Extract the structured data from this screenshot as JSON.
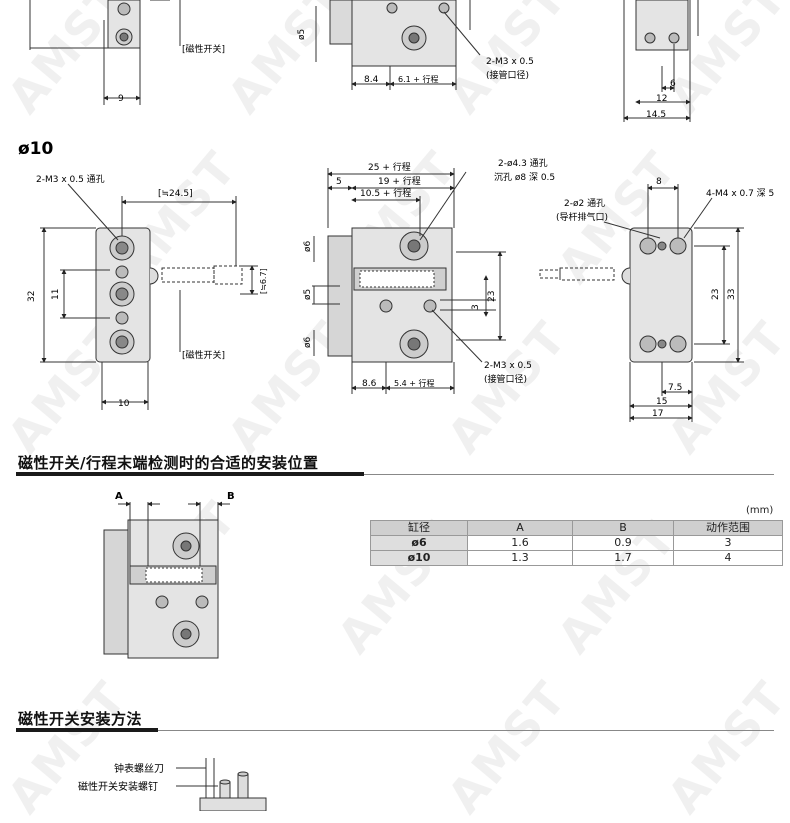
{
  "watermark": "AMST",
  "top_labels": {
    "magnet_switch": "[磁性开关]",
    "port": "2-M3 x 0.5",
    "port_sub": "(接管口径)",
    "d5": "ø5",
    "d84": "8.4",
    "d61": "6.1 + 行程",
    "d9": "9",
    "d6r": "6",
    "d12": "12",
    "d145": "14.5"
  },
  "phi10": {
    "title": "ø10",
    "left_note": "2-M3 x 0.5 通孔",
    "d245": "[≒24.5]",
    "d32": "32",
    "d11": "11",
    "d10": "10",
    "d67": "[≒6.7]",
    "magnet_switch": "[磁性开关]",
    "mid": {
      "d25": "25 + 行程",
      "d5": "5",
      "d19": "19 + 行程",
      "d105": "10.5 + 行程",
      "hole": "2-ø4.3 通孔",
      "counter": "沉孔 ø8 深 0.5",
      "d6a": "ø6",
      "d5b": "ø5",
      "d6b": "ø6",
      "d3": "3",
      "d23": "23",
      "d86": "8.6",
      "d54": "5.4 + 行程",
      "port": "2-M3 x 0.5",
      "port_sub": "(接管口径)"
    },
    "right": {
      "d8": "8",
      "m4": "4-M4 x 0.7 深 5",
      "d2": "2-ø2 通孔",
      "exhaust": "(导杆排气口)",
      "d23": "23",
      "d33": "33",
      "d75": "7.5",
      "d15": "15",
      "d17": "17"
    }
  },
  "section1": {
    "title": "磁性开关/行程末端检测时的合适的安装位置",
    "label_a": "A",
    "label_b": "B"
  },
  "table": {
    "unit": "(mm)",
    "headers": [
      "缸径",
      "A",
      "B",
      "动作范围"
    ],
    "rows": [
      [
        "ø6",
        "1.6",
        "0.9",
        "3"
      ],
      [
        "ø10",
        "1.3",
        "1.7",
        "4"
      ]
    ]
  },
  "section2": {
    "title": "磁性开关安装方法",
    "label_screwdriver": "钟表螺丝刀",
    "label_screw": "磁性开关安装螺钉"
  }
}
